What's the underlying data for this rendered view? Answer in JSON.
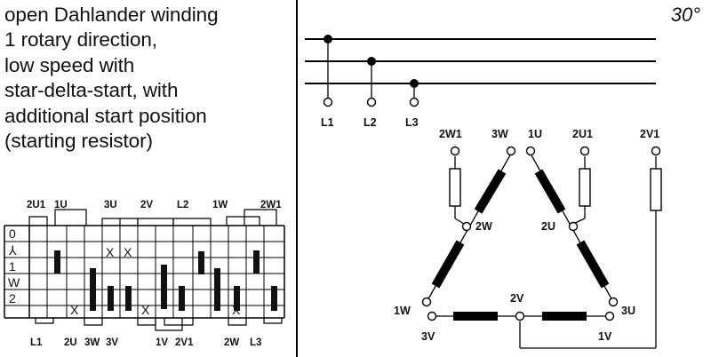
{
  "description": [
    "open Dahlander winding",
    "1 rotary direction,",
    "low speed with",
    "star-delta-start, with",
    "additional start position",
    "(starting resistor)"
  ],
  "angle": "30°",
  "switch": {
    "top_labels": [
      "2U1",
      "1U",
      "3U",
      "2V",
      "L2",
      "1W",
      "2W1"
    ],
    "bottom_labels": [
      "L1",
      "2U",
      "3W",
      "3V",
      "1V",
      "2V1",
      "2W",
      "L3"
    ],
    "rows": [
      "0",
      "⅄",
      "1",
      "W",
      "2"
    ],
    "crosses": [
      "X",
      "X",
      "X",
      "X",
      "X"
    ]
  },
  "lines": [
    "L1",
    "L2",
    "L3"
  ],
  "terminals": {
    "t2W1": "2W1",
    "t3W": "3W",
    "t1U": "1U",
    "t2U1": "2U1",
    "t2V1": "2V1",
    "t2W": "2W",
    "t2U": "2U",
    "t1W": "1W",
    "t3U": "3U",
    "t2V": "2V",
    "t3V": "3V",
    "t1V": "1V"
  }
}
